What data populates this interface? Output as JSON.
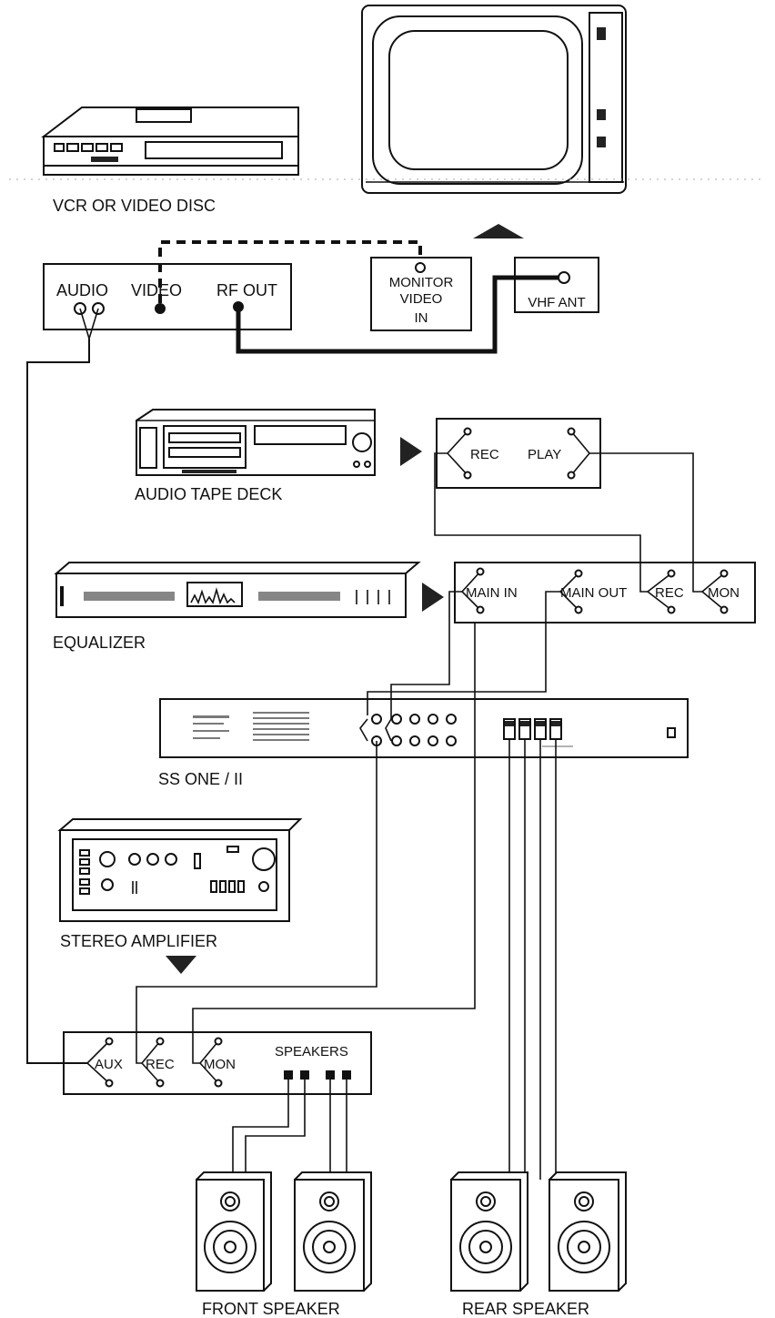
{
  "devices": {
    "vcr_label": "VCR OR VIDEO DISC",
    "tape_deck_label": "AUDIO TAPE DECK",
    "equalizer_label": "EQUALIZER",
    "ssone_label": "SS ONE / II",
    "amplifier_label": "STEREO AMPLIFIER",
    "front_speaker_label": "FRONT SPEAKER",
    "rear_speaker_label": "REAR SPEAKER"
  },
  "vcr_panel": {
    "audio": "AUDIO",
    "video": "VIDEO",
    "rf_out": "RF OUT"
  },
  "tv_panel": {
    "monitor_line1": "MONITOR",
    "monitor_line2": "VIDEO",
    "monitor_line3": "IN",
    "vhf_ant": "VHF ANT"
  },
  "tape_panel": {
    "rec": "REC",
    "play": "PLAY"
  },
  "eq_panel": {
    "main_in": "MAIN IN",
    "main_out": "MAIN OUT",
    "rec": "REC",
    "mon": "MON"
  },
  "amp_panel": {
    "aux": "AUX",
    "rec": "REC",
    "mon": "MON",
    "speakers": "SPEAKERS"
  }
}
